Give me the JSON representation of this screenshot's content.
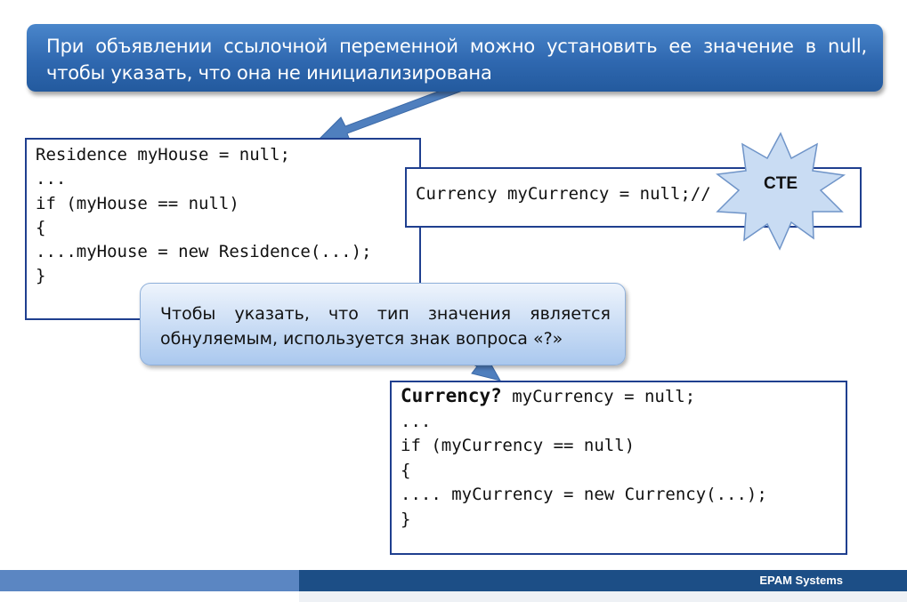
{
  "header_callout": {
    "text": "При объявлении ссылочной переменной можно установить ее значение в null, чтобы указать, что она не инициализирована"
  },
  "code_box_1": {
    "lines": [
      "Residence myHouse = null;",
      "...",
      "if (myHouse == null)",
      "{",
      "....myHouse = new Residence(...);",
      "}"
    ]
  },
  "code_box_2": {
    "line": "Currency myCurrency = null;//"
  },
  "cte_badge": {
    "label": "CTE",
    "color": "#c9dcf3"
  },
  "middle_callout": {
    "text": "Чтобы указать, что тип значения является обнуляемым, используется знак вопроса «?»"
  },
  "code_box_3": {
    "first_bold": "Currency?",
    "first_rest": " myCurrency = null;",
    "lines": [
      "...",
      "if (myCurrency == null)",
      "{",
      ".... myCurrency = new Currency(...);",
      "}"
    ]
  },
  "footer": {
    "company": "EPAM Systems",
    "colors": {
      "left": "#5b86c2",
      "right": "#1c4e86"
    }
  }
}
